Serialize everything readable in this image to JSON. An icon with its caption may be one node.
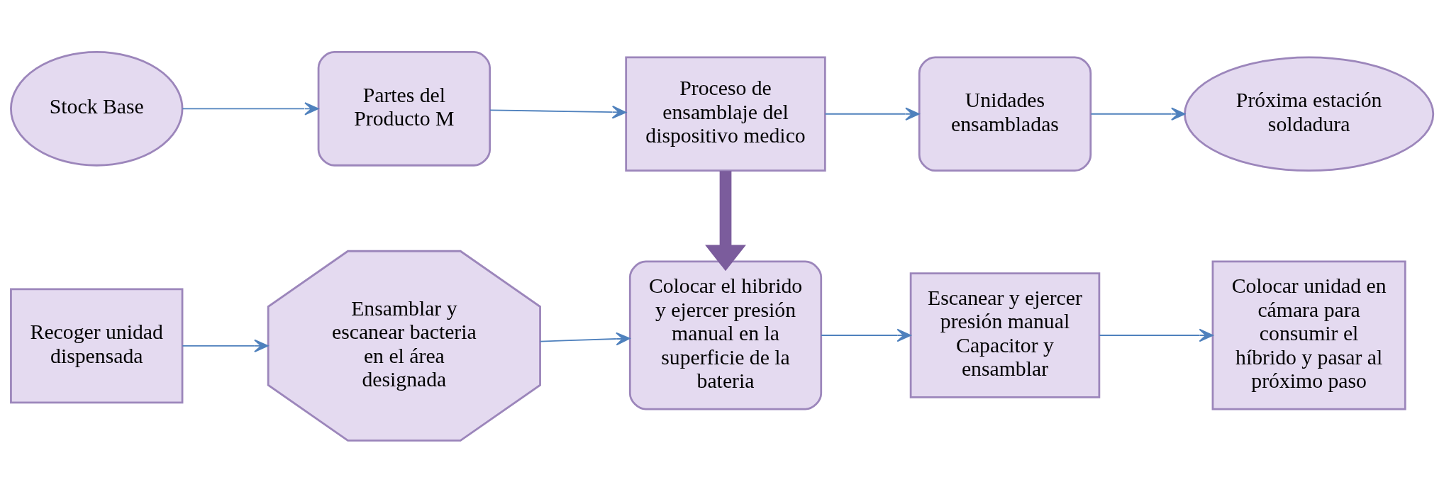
{
  "diagram": {
    "nodes": [
      {
        "text": [
          "Stock Base"
        ]
      },
      {
        "text": [
          "Partes del Producto M"
        ]
      },
      {
        "text": [
          "Proceso de ensamblaje del dispositivo medico"
        ]
      },
      {
        "text": [
          "Unidades ensambladas"
        ]
      },
      {
        "text": [
          "Próxima estación soldadura"
        ]
      },
      {
        "text": [
          "Recoger unidad dispensada"
        ]
      },
      {
        "text": [
          "Ensamblar y escanear bacteria en el área designada"
        ]
      },
      {
        "text": [
          "Colocar el hibrido y ejercer presión manual en la superficie de la bateria"
        ]
      },
      {
        "text": [
          "Escanear y ejercer presión manual Capacitor y ensamblar"
        ]
      },
      {
        "text": [
          "Colocar unidad en cámara para consumir el híbrido y pasar al próximo paso"
        ]
      }
    ],
    "edges": [
      {
        "from": 0,
        "to": 1,
        "arrow": "to"
      },
      {
        "from": 1,
        "to": 2,
        "arrow": "to"
      },
      {
        "from": 2,
        "to": 3,
        "arrow": "to"
      },
      {
        "from": 3,
        "to": 4,
        "arrow": "to"
      },
      {
        "from": 2,
        "to": 7,
        "arrow": "to",
        "style": "thick",
        "color": "#7b5c9c"
      },
      {
        "from": 5,
        "to": 6,
        "arrow": "to"
      },
      {
        "from": 6,
        "to": 7,
        "arrow": "to"
      },
      {
        "from": 7,
        "to": 8,
        "arrow": "to"
      },
      {
        "from": 8,
        "to": 9,
        "arrow": "to"
      }
    ]
  }
}
